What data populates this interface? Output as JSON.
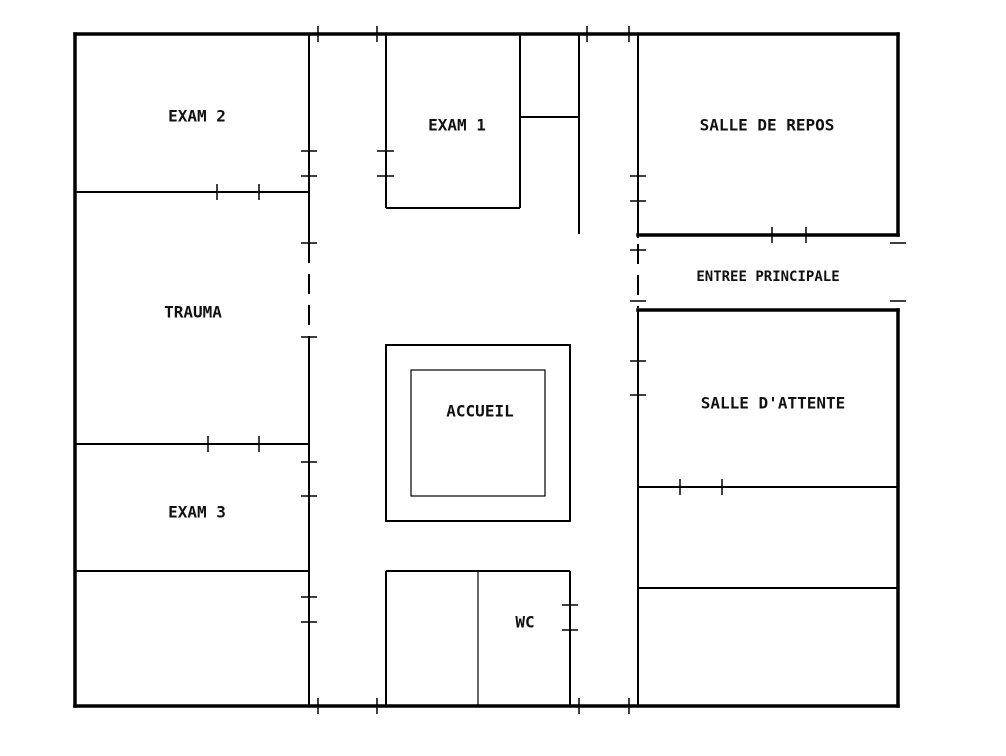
{
  "rooms": {
    "exam2": "EXAM 2",
    "exam1": "EXAM 1",
    "salle_de_repos": "SALLE DE REPOS",
    "trauma": "TRAUMA",
    "entree_principale": "ENTREE PRINCIPALE",
    "accueil": "ACCUEIL",
    "salle_dattente": "SALLE D'ATTENTE",
    "exam3": "EXAM 3",
    "wc": "WC"
  }
}
